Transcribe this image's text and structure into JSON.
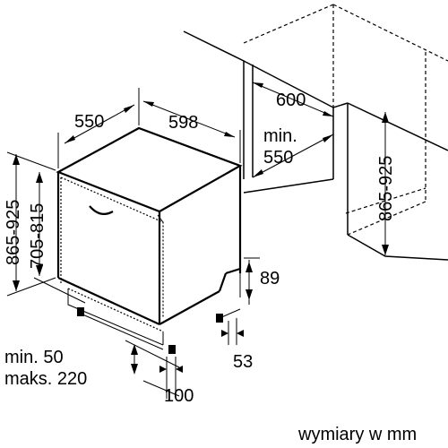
{
  "dimensions": {
    "depth": "550",
    "width": "598",
    "niche_width": "600",
    "niche_depth_min": "min.",
    "niche_depth_value": "550",
    "niche_height": "865-925",
    "appliance_height": "865-925",
    "door_height": "705-815",
    "plinth_height": "89",
    "plinth_gap": "53",
    "adjust_min": "min. 50",
    "adjust_max": "maks. 220",
    "plinth_depth": "100"
  },
  "units_note": "wymiary w mm"
}
